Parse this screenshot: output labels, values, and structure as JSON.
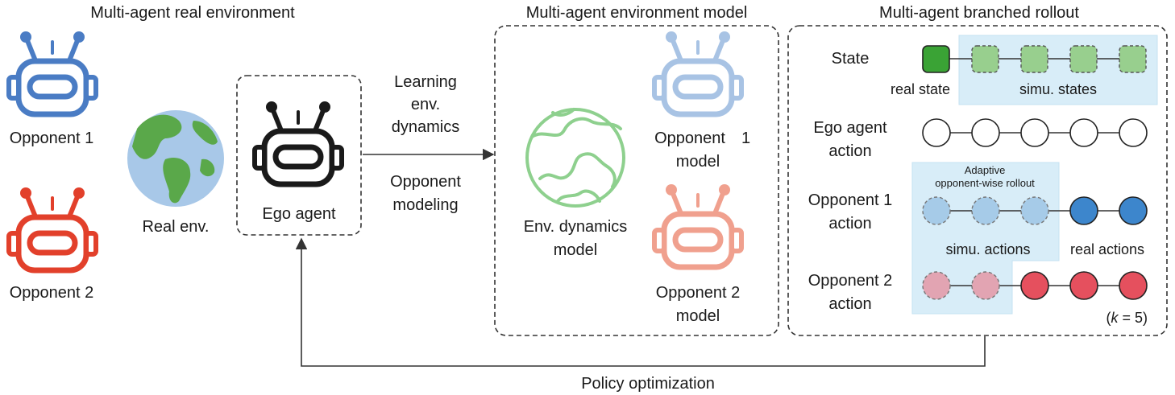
{
  "sections": {
    "real_env_title": "Multi-agent real environment",
    "env_model_title": "Multi-agent environment model",
    "rollout_title": "Multi-agent branched rollout"
  },
  "real_env": {
    "opponent1": "Opponent 1",
    "opponent2": "Opponent 2",
    "real_env_label": "Real env.",
    "ego_agent": "Ego agent"
  },
  "arrow_labels": {
    "learning_line1": "Learning",
    "learning_line2": "env.",
    "learning_line3": "dynamics",
    "opp_modeling_line1": "Opponent",
    "opp_modeling_line2": "modeling",
    "policy_opt": "Policy optimization"
  },
  "env_model": {
    "dyn_line1": "Env. dynamics",
    "dyn_line2": "model",
    "opp1_line1": "Opponent",
    "opp1_line2": "1",
    "opp1_line3": "model",
    "opp2_line1": "Opponent 2",
    "opp2_line2": "model"
  },
  "rollout": {
    "rows": {
      "state": "State",
      "ego_line1": "Ego agent",
      "ego_line2": "action",
      "opp1_line1": "Opponent 1",
      "opp1_line2": "action",
      "opp2_line1": "Opponent 2",
      "opp2_line2": "action"
    },
    "real_state": "real state",
    "simu_states": "simu. states",
    "adaptive_line1": "Adaptive",
    "adaptive_line2": "opponent-wise rollout",
    "simu_actions": "simu. actions",
    "real_actions": "real actions",
    "k_open": "(",
    "k_var": "k",
    "k_rest": " = 5)"
  },
  "colors": {
    "robot_blue": "#4a7cc4",
    "robot_red": "#e2402b",
    "robot_black": "#1a1a1a",
    "robot_light_blue": "#a8c3e4",
    "robot_light_red": "#f0a08e",
    "globe_outline_green": "#8ed08e",
    "highlight_blue": "#d8edf8",
    "state_real_green": "#3aa335",
    "state_simu_green": "#98cf8e",
    "action_sim_blue": "#a6cbe8",
    "action_real_blue": "#3d86cc",
    "action_sim_red": "#e2a4b2",
    "action_real_red": "#e5505e"
  },
  "icons": [
    "robot-icon",
    "globe-icon",
    "globe-outline-icon"
  ]
}
